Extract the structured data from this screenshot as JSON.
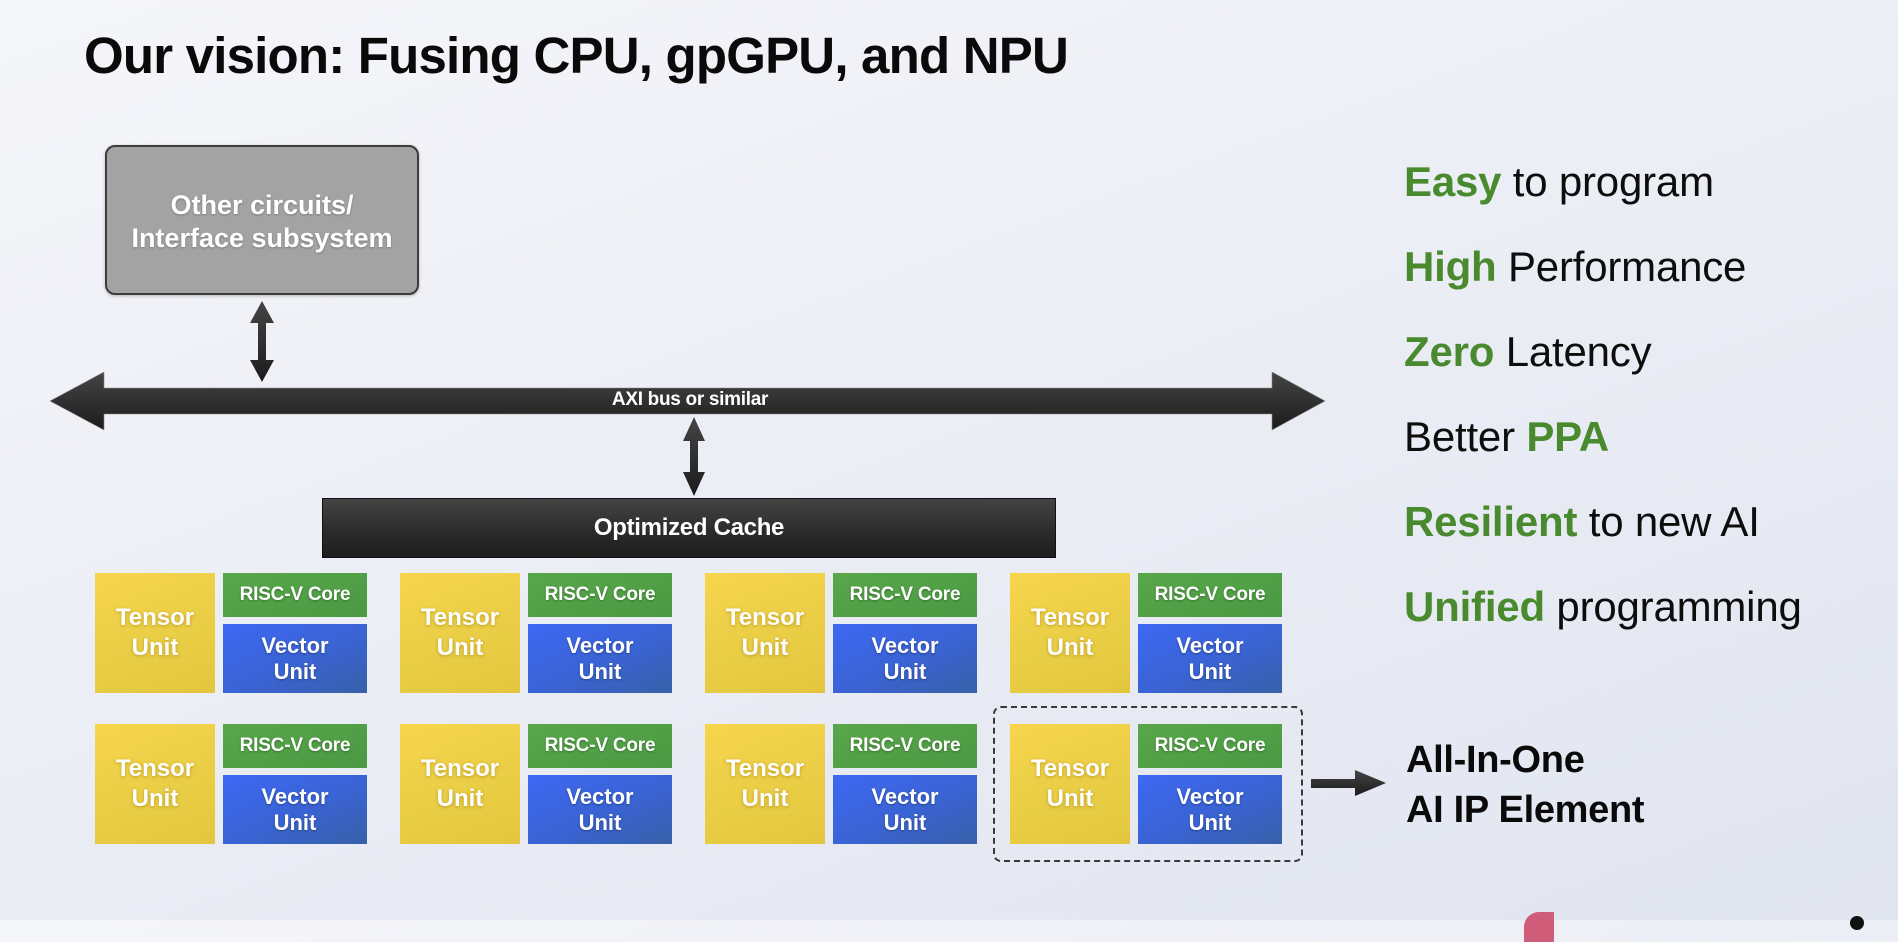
{
  "slide": {
    "title": "Our vision: Fusing CPU, gpGPU, and NPU"
  },
  "diagram": {
    "other_box": {
      "line1": "Other circuits/",
      "line2": "Interface subsystem"
    },
    "bus_label": "AXI bus or similar",
    "cache_label": "Optimized Cache",
    "element": {
      "tensor_line1": "Tensor",
      "tensor_line2": "Unit",
      "risc_label": "RISC-V Core",
      "vector_line1": "Vector",
      "vector_line2": "Unit"
    },
    "grid": {
      "rows": 2,
      "columns": 4,
      "highlighted": {
        "row": 2,
        "column": 4
      }
    },
    "callout": {
      "line1": "All-In-One",
      "line2": "AI IP Element"
    },
    "colors": {
      "tensor": "#f2d24a",
      "risc": "#52a046",
      "vector": "#3b63d8",
      "highlight_green": "#4a8a2e",
      "other_box": "#a3a3a3",
      "bus": "#2a2a2a"
    }
  },
  "benefits": [
    {
      "highlight": "Easy",
      "rest": " to program",
      "highlight_first": true
    },
    {
      "highlight": "High",
      "rest": " Performance",
      "highlight_first": true
    },
    {
      "highlight": "Zero",
      "rest": " Latency",
      "highlight_first": true
    },
    {
      "prefix": "Better ",
      "highlight": "PPA",
      "highlight_first": false
    },
    {
      "highlight": "Resilient",
      "rest": " to new AI",
      "highlight_first": true
    },
    {
      "highlight": "Unified",
      "rest": " programming",
      "highlight_first": true
    }
  ]
}
